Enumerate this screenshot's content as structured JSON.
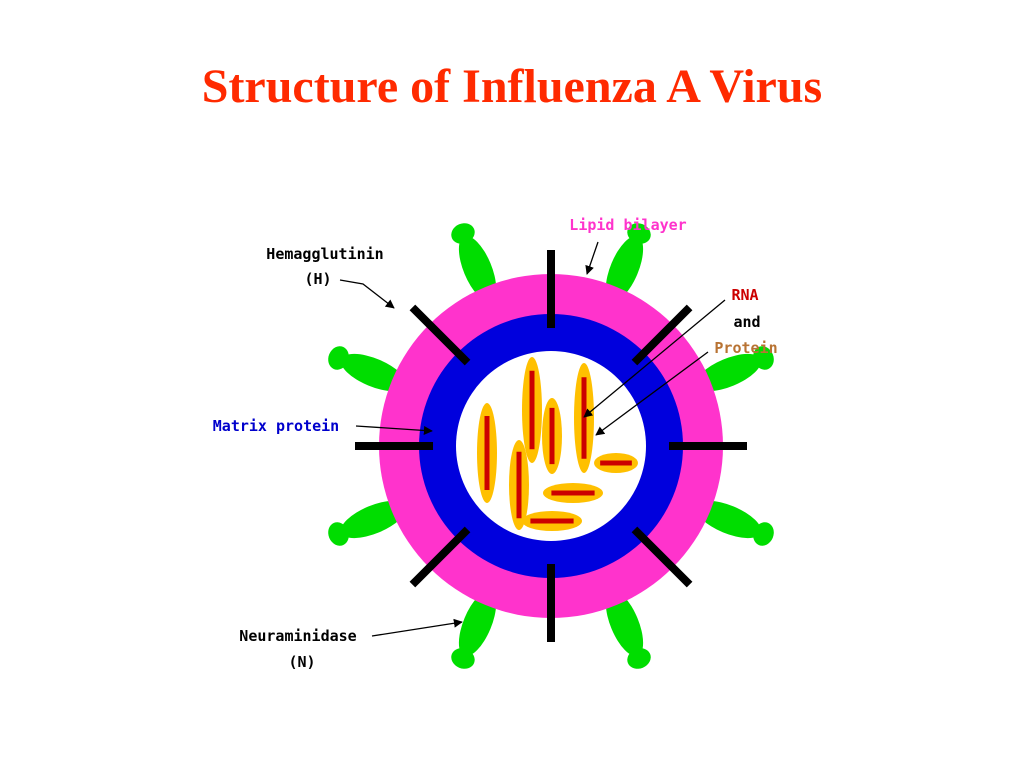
{
  "title": "Structure of Influenza A Virus",
  "labels": {
    "hemagglutinin": "Hemagglutinin",
    "hemagglutinin_abbr": "(H)",
    "lipid_bilayer": "Lipid bilayer",
    "rna": "RNA",
    "and": "and",
    "protein": "Protein",
    "matrix_protein": "Matrix protein",
    "neuraminidase": "Neuraminidase",
    "neuraminidase_abbr": "(N)"
  },
  "colors": {
    "title": "#ff2a00",
    "lipid_bilayer": "#ff33cc",
    "matrix": "#0000dd",
    "core": "#ffffff",
    "spike": "#000000",
    "hemagglutinin": "#00dd00",
    "rnp": "#ffc000",
    "rna": "#cc0000",
    "matrix_label": "#0000cc",
    "lipid_label": "#ff33cc",
    "rna_label": "#cc0000",
    "protein_label": "#b87333",
    "text": "#000000"
  }
}
